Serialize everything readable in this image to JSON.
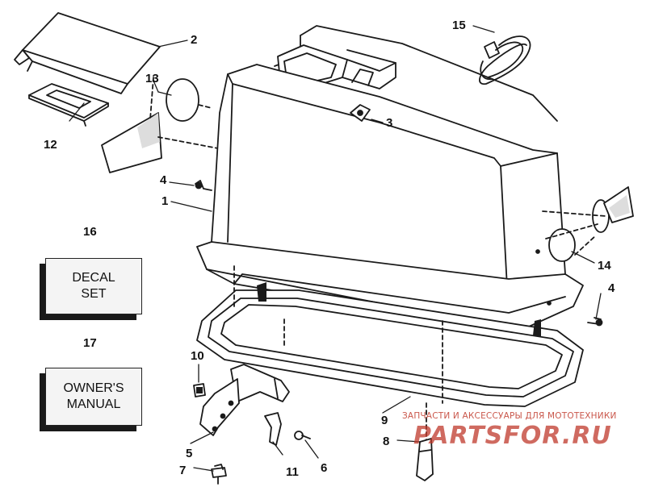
{
  "callouts": {
    "n1": "1",
    "n2": "2",
    "n3": "3",
    "n4a": "4",
    "n4b": "4",
    "n5": "5",
    "n6": "6",
    "n7": "7",
    "n8": "8",
    "n9": "9",
    "n10": "10",
    "n11": "11",
    "n12": "12",
    "n13": "13",
    "n14": "14",
    "n15": "15",
    "n16": "16",
    "n17": "17"
  },
  "boxes": {
    "decal_set": "DECAL\nSET",
    "owners_manual": "OWNER'S\nMANUAL"
  },
  "watermark": {
    "tagline": "ЗАПЧАСТИ И АКСЕССУАРЫ ДЛЯ МОТОТЕХНИКИ",
    "logo_text": "PARTSFOR.RU",
    "accent_color": "#c0392b"
  }
}
